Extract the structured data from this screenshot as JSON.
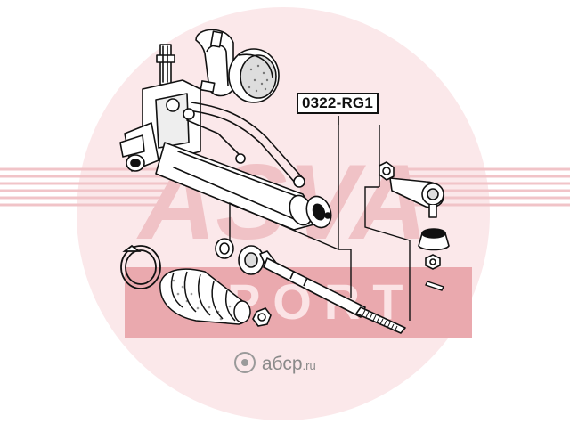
{
  "diagram": {
    "part_number": "0322-RG1",
    "components": [
      {
        "name": "steering-gear-assembly-icon"
      },
      {
        "name": "rack-clamp-bracket-icon"
      },
      {
        "name": "rack-mount-bushing-icon"
      },
      {
        "name": "inner-tie-rod-icon"
      },
      {
        "name": "lock-washer-icon"
      },
      {
        "name": "boot-clamp-icon"
      },
      {
        "name": "dust-boot-icon"
      },
      {
        "name": "jam-nut-icon"
      },
      {
        "name": "tie-rod-end-icon"
      },
      {
        "name": "ball-joint-dust-cover-icon"
      },
      {
        "name": "castle-nut-icon"
      },
      {
        "name": "cotter-pin-icon"
      }
    ]
  },
  "watermark": {
    "brand_letters": "ASVA",
    "sub_letters": "SPORT",
    "color": "#e8b4b8"
  },
  "site": {
    "icon": "abcp-logo-icon",
    "name": "абср",
    "tld": ".ru"
  }
}
